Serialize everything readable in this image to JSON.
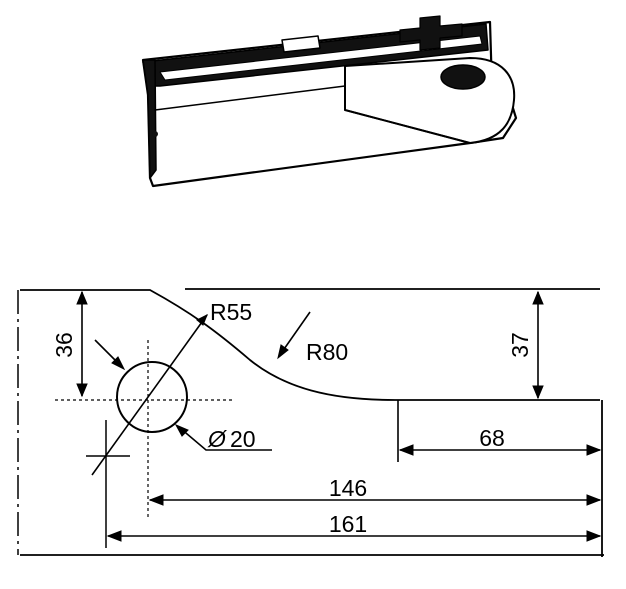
{
  "figure": {
    "line_color": "#000000",
    "background": "#ffffff",
    "product_illustration": "glass-door-patch-fitting-clamp"
  },
  "dimensions": {
    "radius_small": "R55",
    "radius_large": "R80",
    "hole_diameter_symbol": "Ø",
    "hole_diameter_value": "20",
    "height_left": "36",
    "height_right": "37",
    "length_flat": "68",
    "length_hole_to_end": "146",
    "length_total": "161"
  }
}
